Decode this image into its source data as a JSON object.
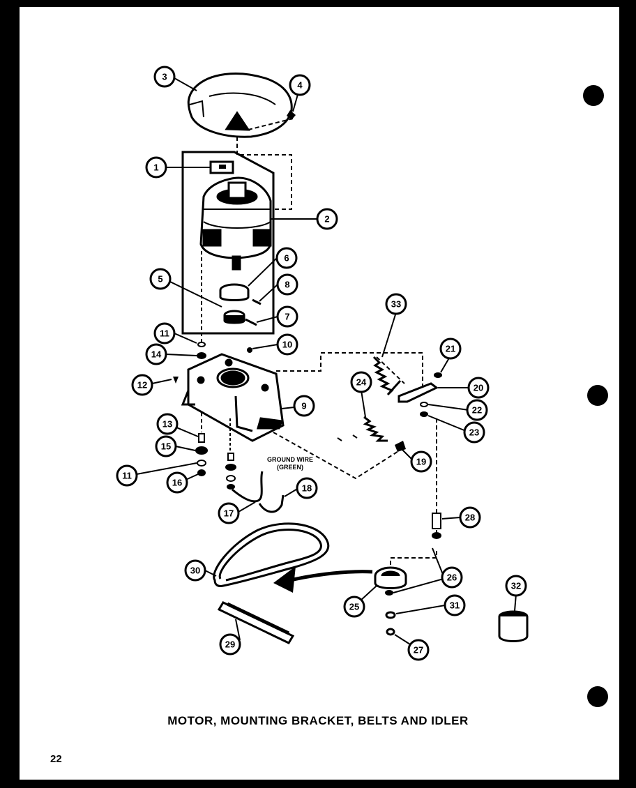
{
  "caption": "MOTOR, MOUNTING BRACKET, BELTS AND IDLER",
  "page_number": "22",
  "ground_wire_label": {
    "line1": "GROUND WIRE",
    "line2": "(GREEN)"
  },
  "callouts": {
    "c1": "1",
    "c2": "2",
    "c3": "3",
    "c4": "4",
    "c5": "5",
    "c6": "6",
    "c7": "7",
    "c8": "8",
    "c9": "9",
    "c10": "10",
    "c11a": "11",
    "c11b": "11",
    "c12": "12",
    "c13": "13",
    "c14": "14",
    "c15": "15",
    "c16": "16",
    "c17": "17",
    "c18": "18",
    "c19": "19",
    "c20": "20",
    "c21": "21",
    "c22": "22",
    "c23": "23",
    "c24": "24",
    "c25": "25",
    "c26": "26",
    "c27": "27",
    "c28": "28",
    "c29": "29",
    "c30": "30",
    "c31": "31",
    "c32": "32",
    "c33": "33"
  },
  "colors": {
    "ink": "#000000",
    "paper": "#ffffff"
  }
}
